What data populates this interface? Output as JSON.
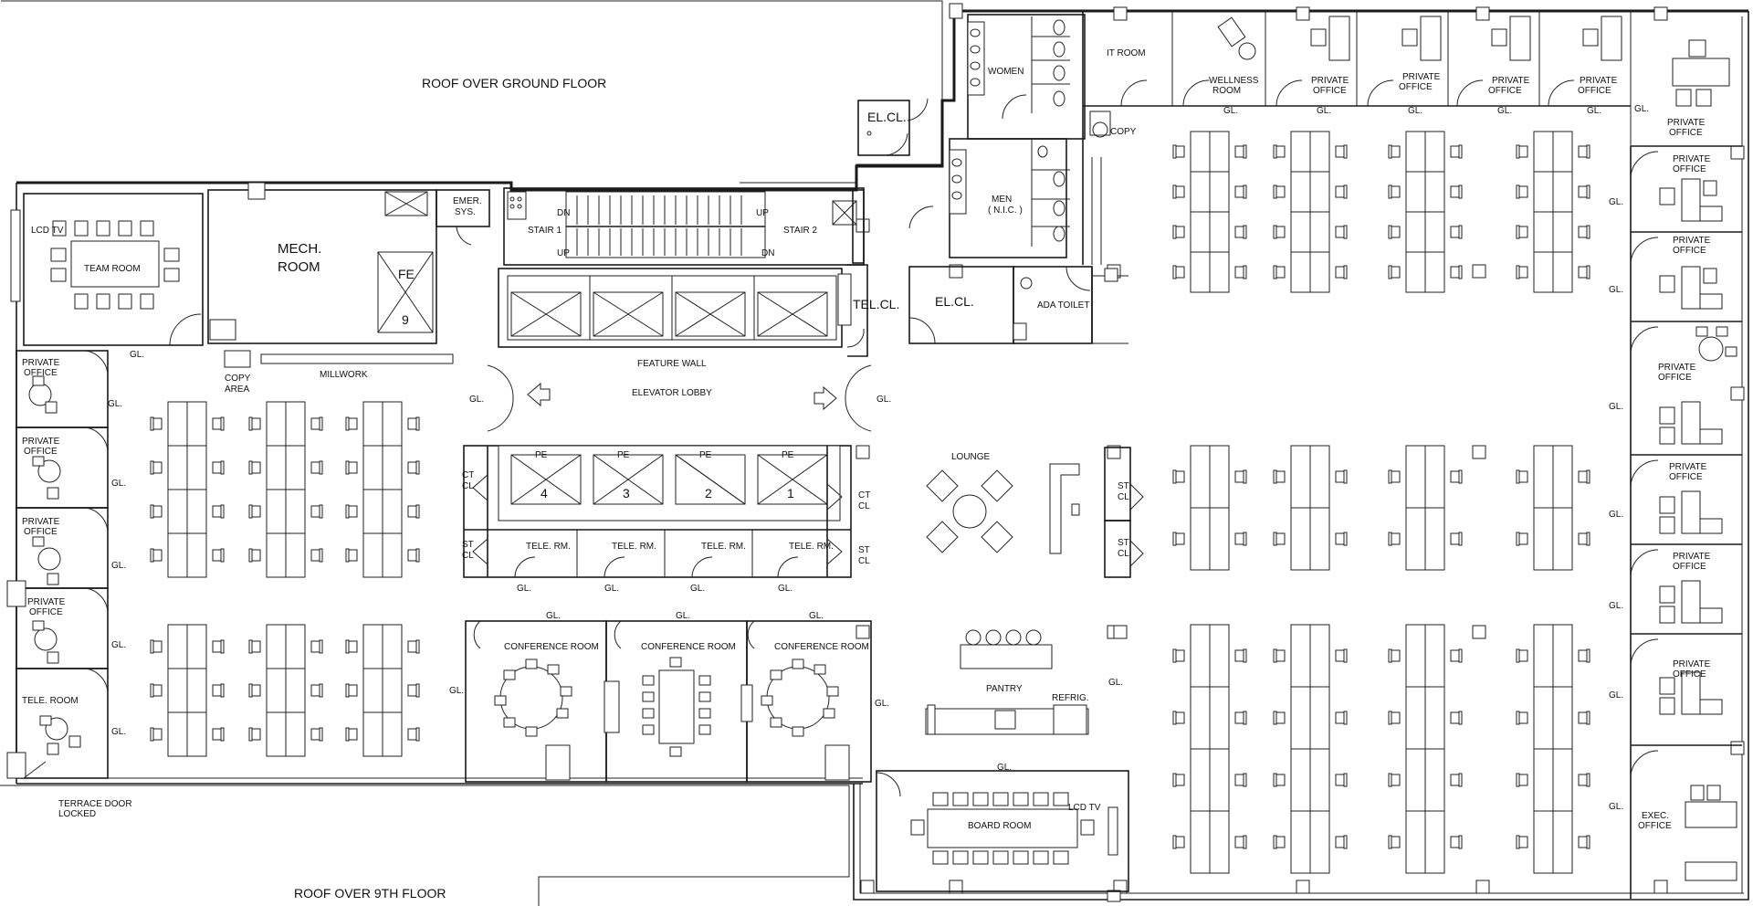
{
  "labels": {
    "roof_ground": "ROOF OVER GROUND FLOOR",
    "roof_ninth": "ROOF OVER 9TH FLOOR",
    "team_room": "TEAM ROOM",
    "lcd_tv": "LCD TV",
    "mech_room_1": "MECH.",
    "mech_room_2": "ROOM",
    "fe": "FE",
    "fe_num": "9",
    "emer_1": "EMER.",
    "emer_2": "SYS.",
    "stair_1": "STAIR 1",
    "stair_2": "STAIR 2",
    "dn": "DN",
    "up": "UP",
    "tel_cl": "TEL.CL.",
    "feature_wall": "FEATURE WALL",
    "elevator_lobby": "ELEVATOR LOBBY",
    "millwork": "MILLWORK",
    "copy_area_1": "COPY",
    "copy_area_2": "AREA",
    "gl": "GL.",
    "private_1": "PRIVATE",
    "private_2": "OFFICE",
    "tele_room": "TELE. ROOM",
    "tele_rm": "TELE. RM.",
    "pe": "PE",
    "ct": "CT",
    "st": "ST",
    "cl": "CL",
    "conference_room": "CONFERENCE ROOM",
    "lounge": "LOUNGE",
    "pantry": "PANTRY",
    "refrig": "REFRIG.",
    "board_room": "BOARD ROOM",
    "terrace_1": "TERRACE DOOR",
    "terrace_2": "LOCKED",
    "women": "WOMEN",
    "men": "MEN",
    "nic": "( N.I.C. )",
    "el_cl": "EL.CL.",
    "ada_toilet": "ADA TOILET",
    "it_room": "IT ROOM",
    "wellness_1": "WELLNESS",
    "wellness_2": "ROOM",
    "copy": "COPY",
    "exec_1": "EXEC.",
    "exec_2": "OFFICE"
  },
  "elevators": {
    "pe_numbers": [
      "4",
      "3",
      "2",
      "1"
    ]
  },
  "colors": {
    "line": "#1a1a1a",
    "background": "#ffffff",
    "fill_gray": "#bbbbbb"
  }
}
